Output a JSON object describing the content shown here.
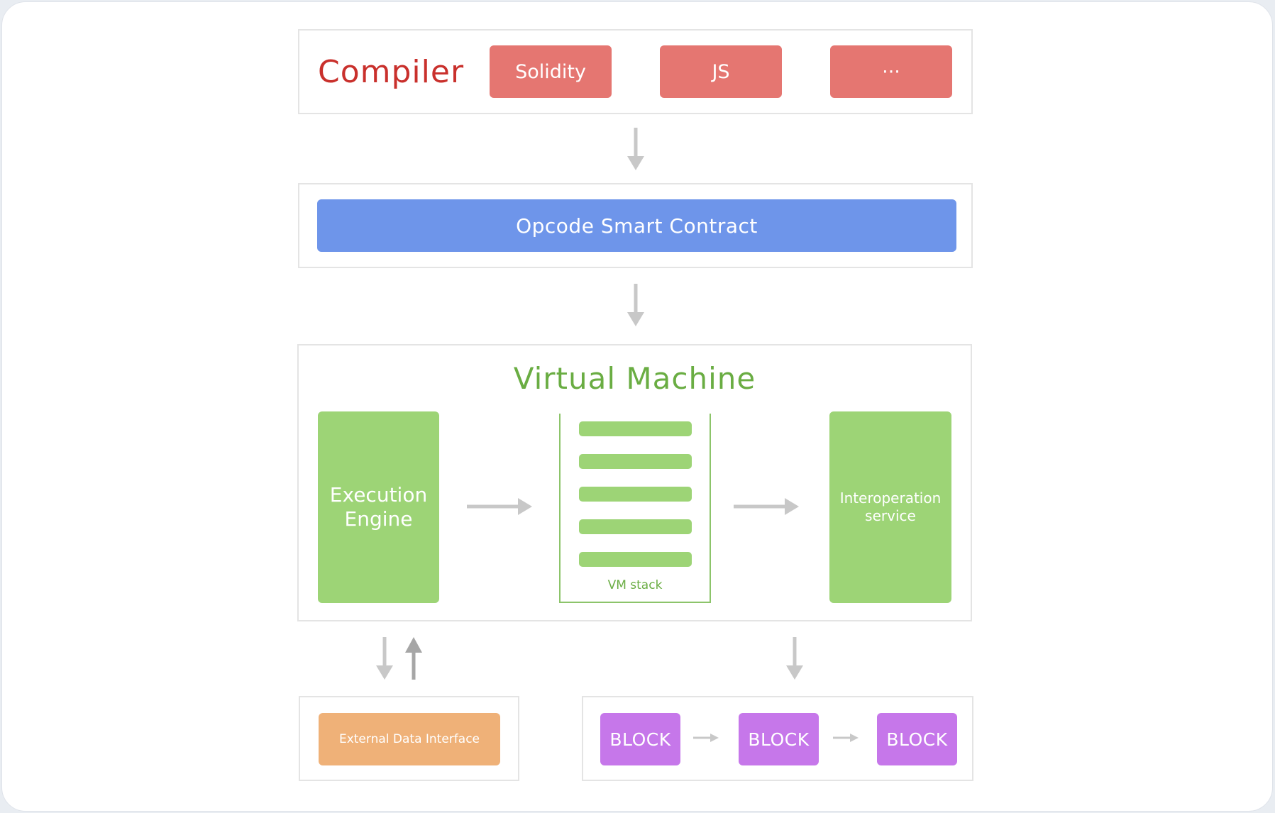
{
  "compiler": {
    "title": "Compiler",
    "languages": [
      "Solidity",
      "JS",
      "···"
    ]
  },
  "opcode": {
    "label": "Opcode Smart Contract"
  },
  "vm": {
    "title": "Virtual Machine",
    "execution_engine": "Execution Engine",
    "stack_label": "VM stack",
    "interoperation": "Interoperation service"
  },
  "external": {
    "label": "External Data Interface"
  },
  "chain": {
    "blocks": [
      "BLOCK",
      "BLOCK",
      "BLOCK"
    ]
  },
  "colors": {
    "compiler_red": "#c9302c",
    "language_box": "#e57671",
    "opcode_blue": "#6e95ea",
    "vm_green": "#9dd476",
    "vm_title_green": "#6aad43",
    "external_orange": "#efb178",
    "block_purple": "#c677ea",
    "arrow_gray": "#c8c8c8"
  }
}
